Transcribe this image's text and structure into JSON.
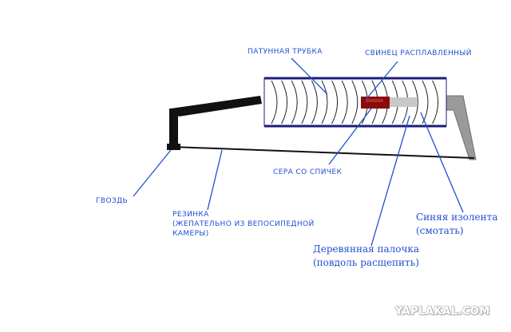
{
  "labels": {
    "brass_tube": "ПАТУННАЯ ТРУБКА",
    "molten_lead": "СВИНЕЦ РАСПЛАВЛЕННЫЙ",
    "match_sulfur": "СЕРА СО СПИЧЕК",
    "nail": "ГВОЗДЬ",
    "rubber_line1": "РЕЗИНКА",
    "rubber_line2": "(ЖЕПАТЕЛЬНО ИЗ ВЕПОСИПЕДНОЙ",
    "rubber_line3": "КАМЕРЫ)",
    "blue_tape_line1": "Синяя изолента",
    "blue_tape_line2": "(смотать)",
    "wooden_stick_line1": "Деревянная палочка",
    "wooden_stick_line2": "(повдоль расщепить)"
  },
  "watermark": "YAPLAKAL.COM",
  "colors": {
    "label_blue": "#1f4fd1",
    "tube_outline": "#1c1c78",
    "lead_red": "#8b0a0a",
    "wood_gray": "#9a9a9a",
    "frame_black": "#111111"
  }
}
